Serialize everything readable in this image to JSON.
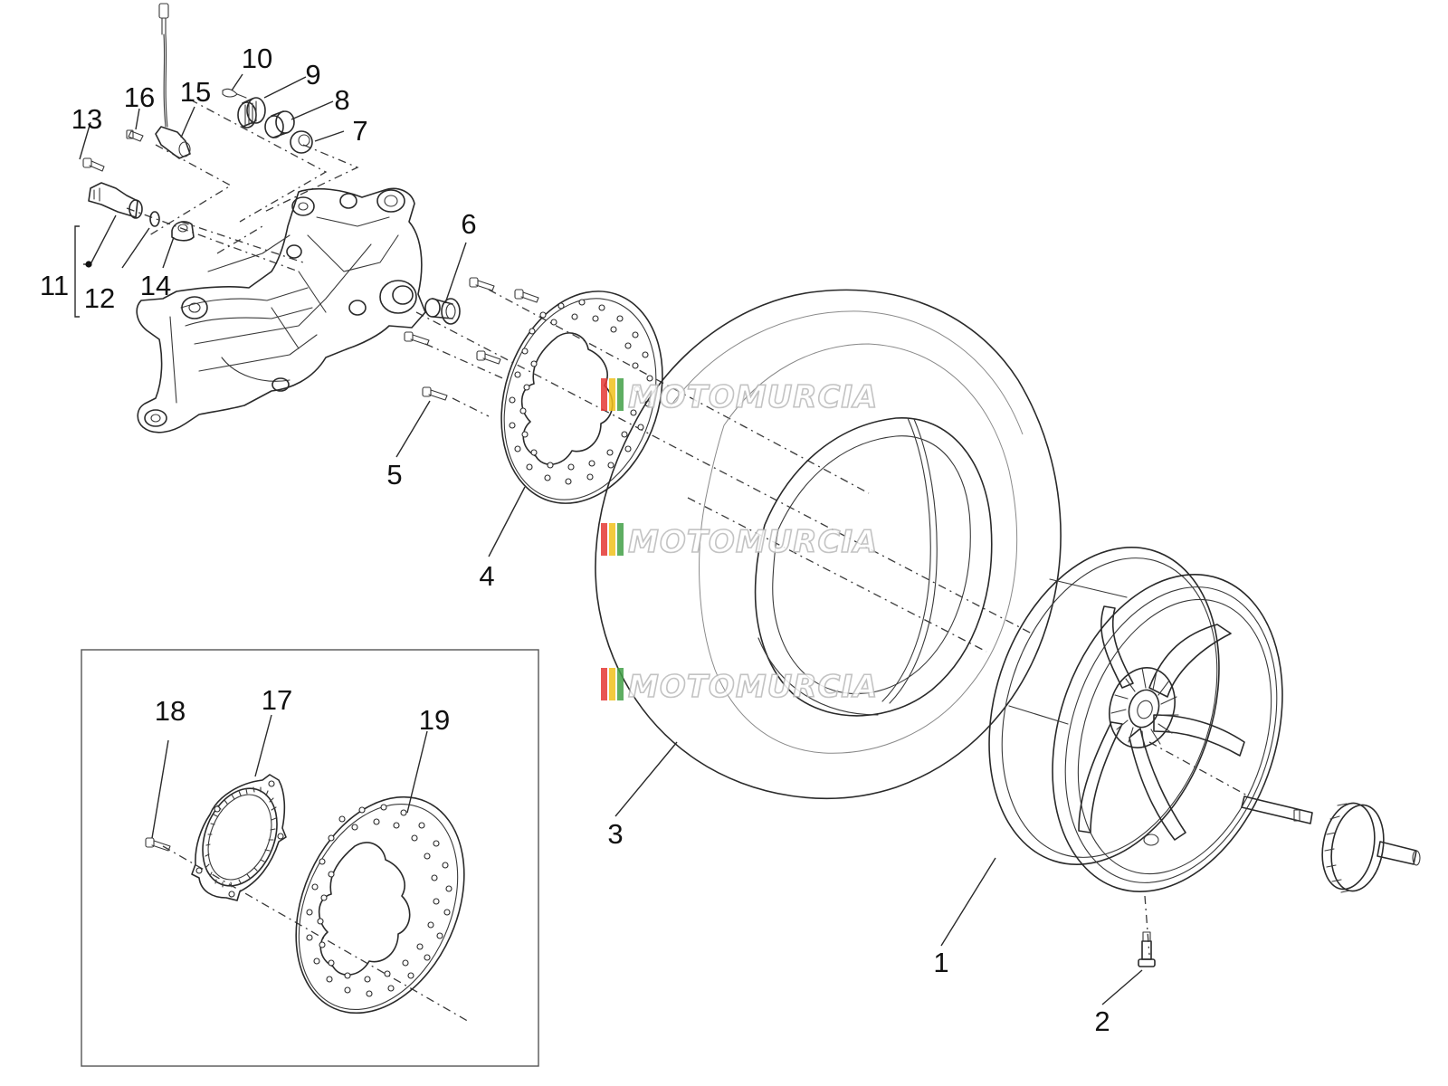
{
  "diagram": {
    "callouts": {
      "c1": "1",
      "c2": "2",
      "c3": "3",
      "c4": "4",
      "c5": "5",
      "c6": "6",
      "c7": "7",
      "c8": "8",
      "c9": "9",
      "c10": "10",
      "c11": "11",
      "c12": "12",
      "c13": "13",
      "c14": "14",
      "c15": "15",
      "c16": "16",
      "c17": "17",
      "c18": "18",
      "c19": "19"
    },
    "watermark": "MOTOMURCIA",
    "watermark_colors": [
      "#e53935",
      "#f2c11c",
      "#43a047"
    ],
    "line_color": "#2a2a2a"
  }
}
